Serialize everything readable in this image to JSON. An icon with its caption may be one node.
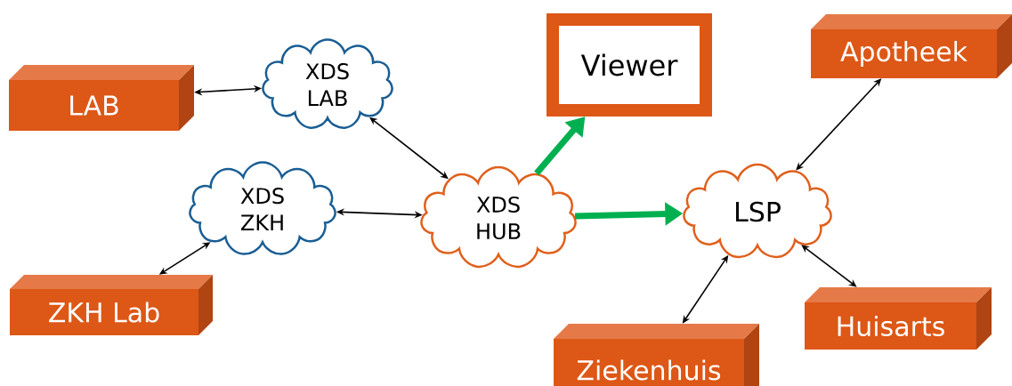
{
  "diagram": {
    "nodes": [
      {
        "text": [
          "LAB"
        ]
      },
      {
        "text": [
          "XDS LAB"
        ]
      },
      {
        "text": [
          "Viewer"
        ]
      },
      {
        "text": [
          "Apotheek"
        ]
      },
      {
        "text": [
          "XDS ZKH"
        ]
      },
      {
        "text": [
          "XDS HUB"
        ]
      },
      {
        "text": [
          "LSP"
        ]
      },
      {
        "text": [
          "ZKH Lab"
        ]
      },
      {
        "text": [
          "Huisarts"
        ]
      },
      {
        "text": [
          "Ziekenhuis"
        ]
      }
    ],
    "edges": [
      {
        "from": 0,
        "to": 1,
        "arrow": "both"
      },
      {
        "from": 1,
        "to": 5,
        "arrow": "both"
      },
      {
        "from": 4,
        "to": 5,
        "arrow": "both"
      },
      {
        "from": 7,
        "to": 4,
        "arrow": "both"
      },
      {
        "from": 5,
        "to": 2,
        "arrow": "to",
        "style": "thick",
        "color": "#00b050"
      },
      {
        "from": 5,
        "to": 6,
        "arrow": "to",
        "style": "thick",
        "color": "#00b050"
      },
      {
        "from": 3,
        "to": 6,
        "arrow": "both"
      },
      {
        "from": 6,
        "to": 8,
        "arrow": "both"
      },
      {
        "from": 6,
        "to": 9,
        "arrow": "both"
      }
    ]
  }
}
